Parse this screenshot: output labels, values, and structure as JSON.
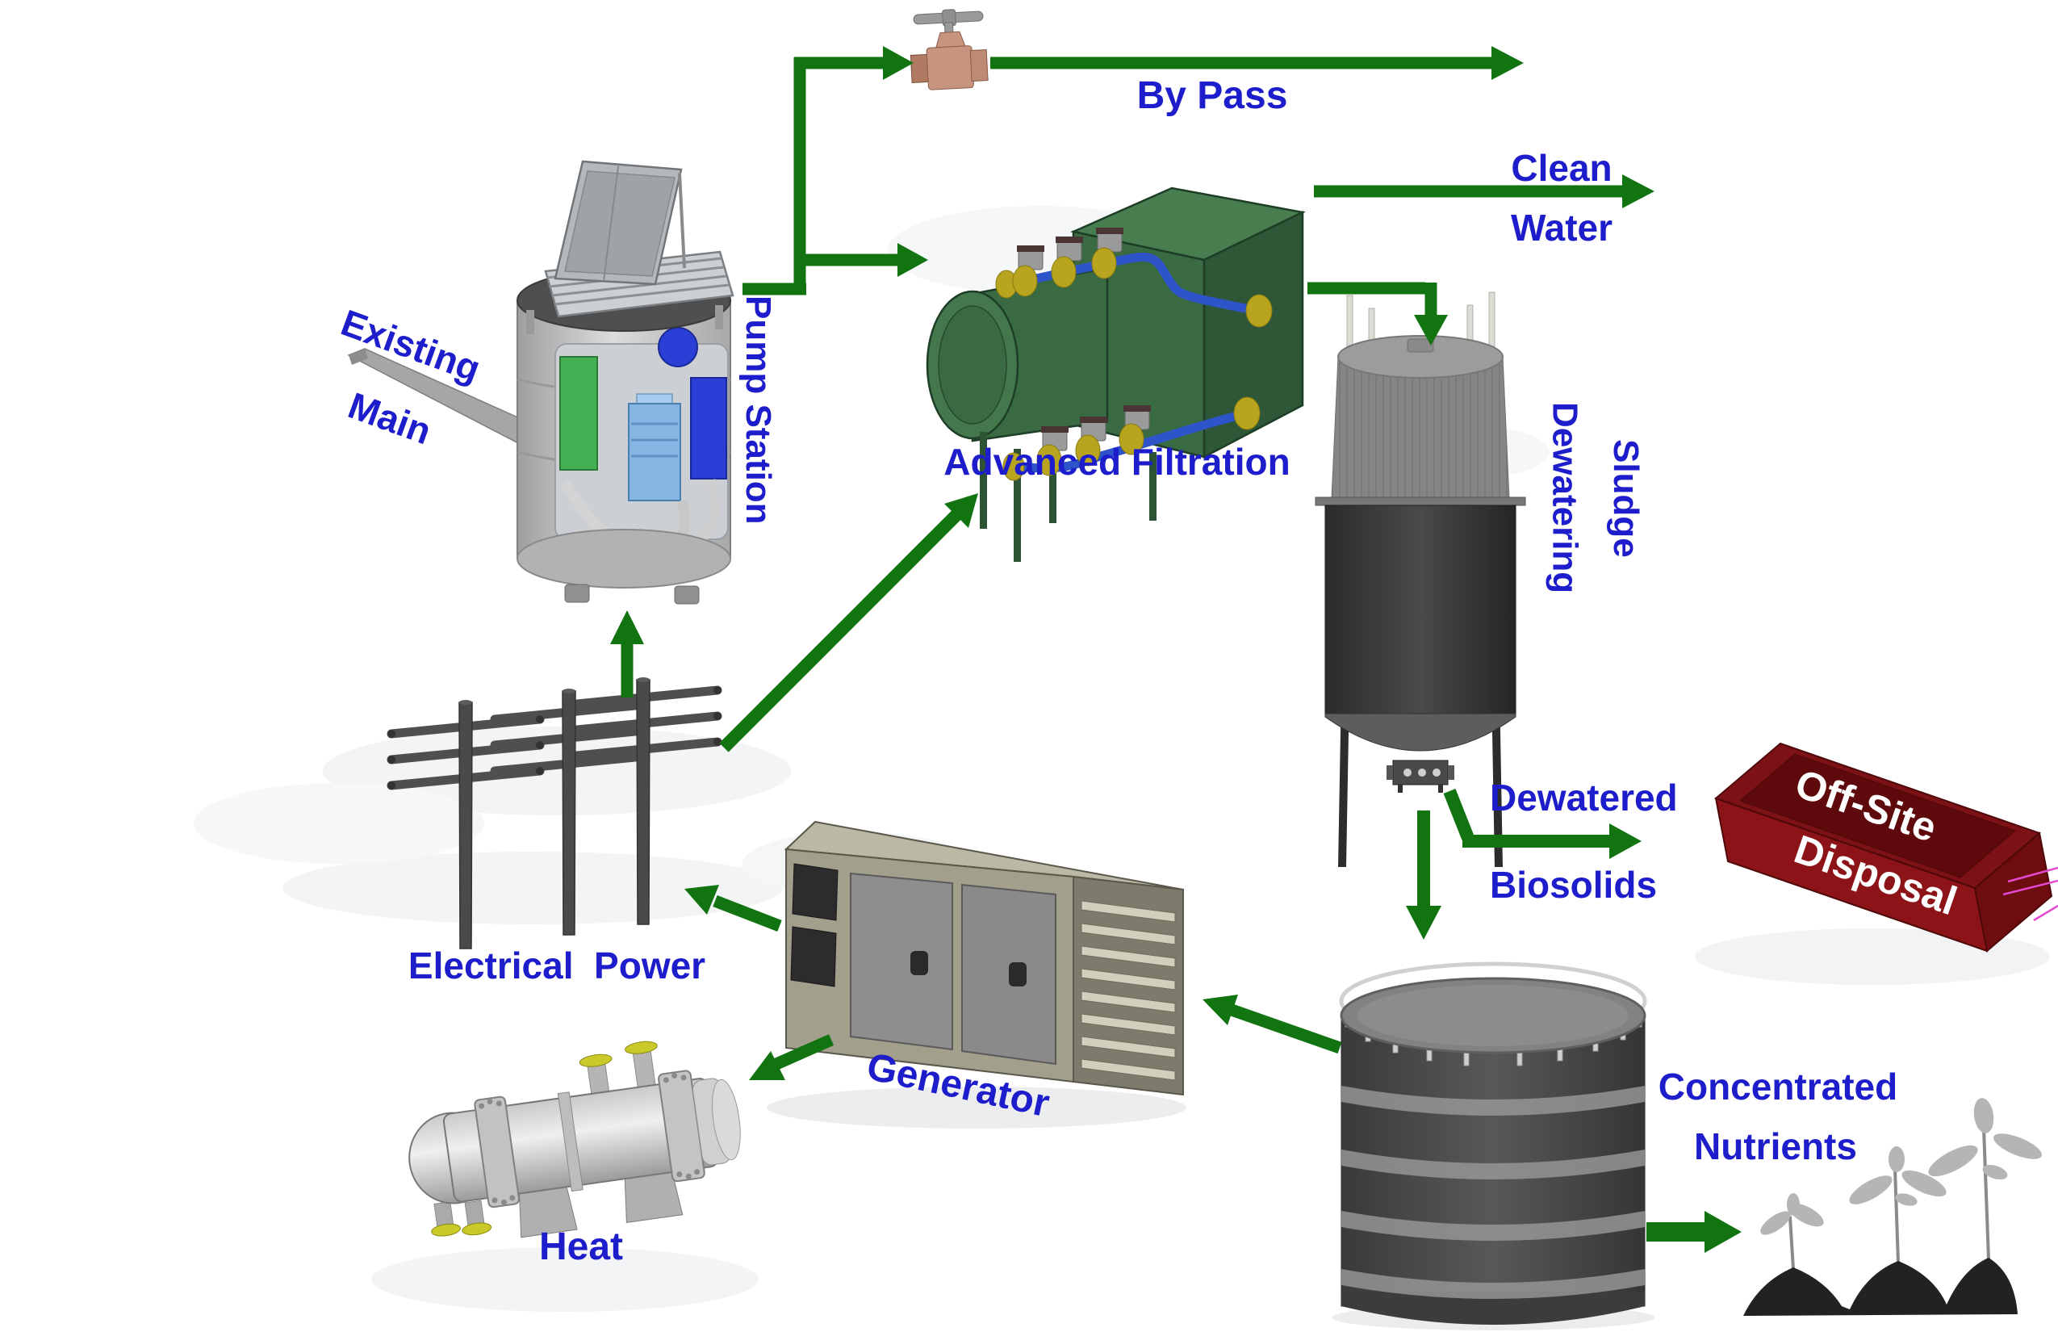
{
  "diagram": {
    "type": "process-flow",
    "flows": {
      "by_pass": "By Pass",
      "clean_water_line1": "Clean",
      "clean_water_line2": "Water",
      "dewatered_line1": "Dewatered",
      "dewatered_line2": "Biosolids"
    },
    "equipment": {
      "existing_main_line1": "Existing",
      "existing_main_line2": "Main",
      "pump_station": "Pump Station",
      "advanced_filtration": "Advanced Filtration",
      "sludge_dewatering_line1": "Sludge",
      "sludge_dewatering_line2": "Dewatering",
      "off_site_line1": "Off-Site",
      "off_site_line2": "Disposal",
      "electrical_power": "Electrical  Power",
      "generator": "Generator",
      "heat": "Heat",
      "concentrated_nutrients_line1": "Concentrated",
      "concentrated_nutrients_line2": "Nutrients"
    },
    "colors": {
      "label_blue": "#1d1dcb",
      "flow_arrow_green": "#117411",
      "disposal_red": "#8c1418",
      "disposal_text": "#ffffff",
      "filtration_green": "#3a6a42",
      "valve_copper": "#c79480",
      "background": "#ffffff"
    }
  }
}
